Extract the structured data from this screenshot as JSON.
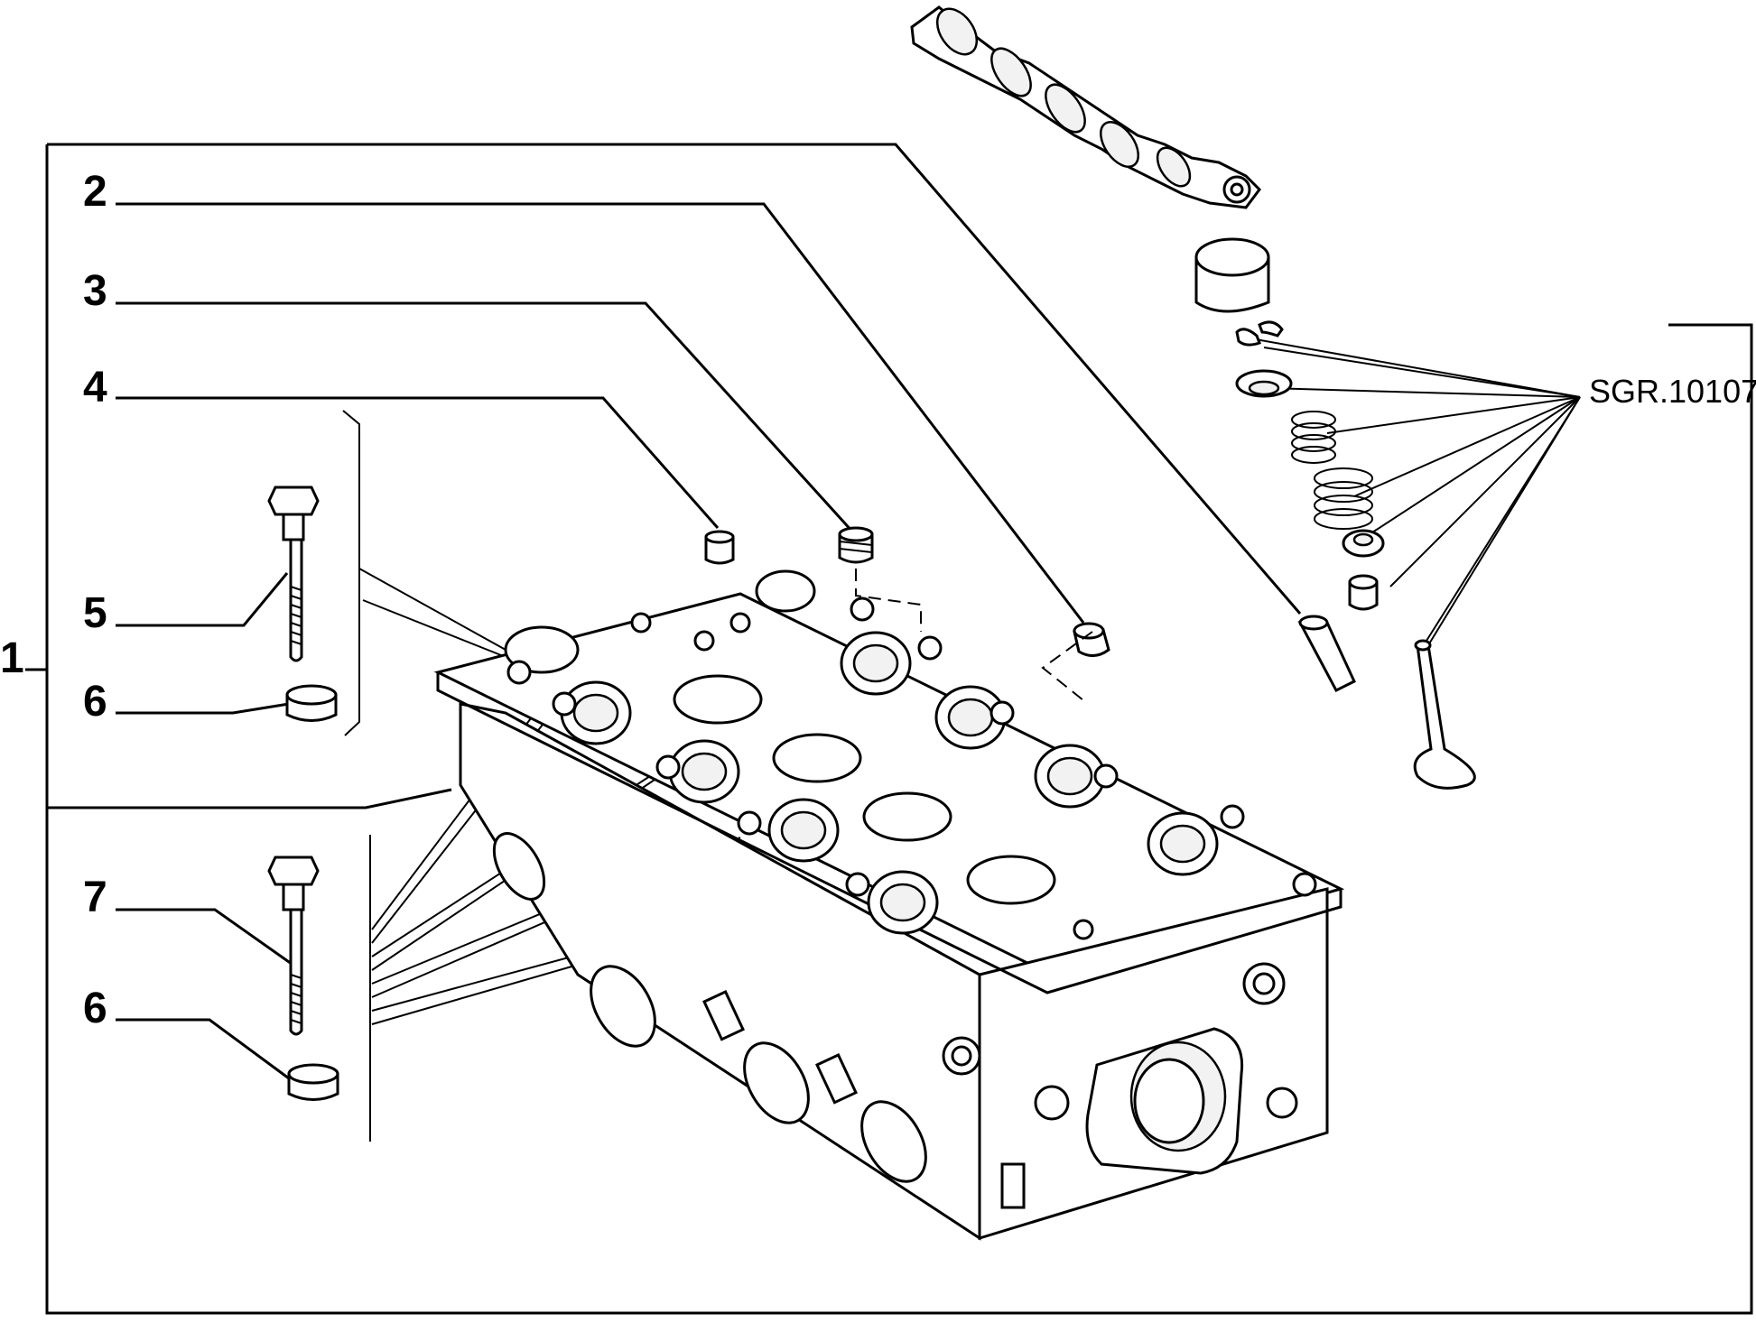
{
  "callouts": [
    {
      "id": "1",
      "label": "1"
    },
    {
      "id": "2",
      "label": "2"
    },
    {
      "id": "3",
      "label": "3"
    },
    {
      "id": "4",
      "label": "4"
    },
    {
      "id": "5",
      "label": "5"
    },
    {
      "id": "6a",
      "label": "6"
    },
    {
      "id": "7",
      "label": "7"
    },
    {
      "id": "6b",
      "label": "6"
    }
  ],
  "reference": {
    "label": "SGR.10107"
  }
}
